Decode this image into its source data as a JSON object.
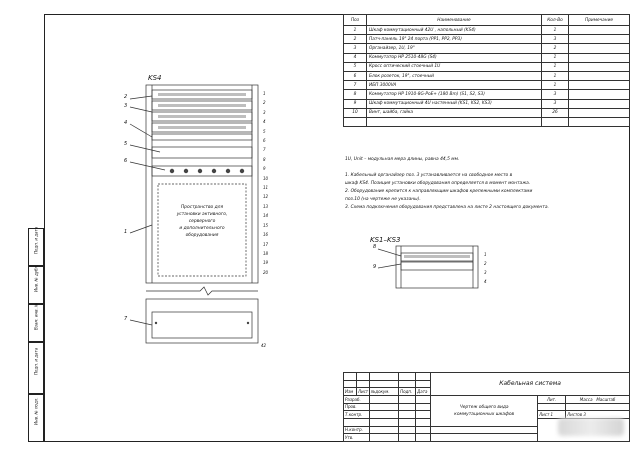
{
  "spec_headers": [
    "Поз",
    "Наименование",
    "Кол-Во",
    "Примечание"
  ],
  "spec_rows": [
    {
      "pos": "1",
      "name": "Шкаф коммутационный 42U , напольный (KS4)",
      "qty": "1",
      "note": ""
    },
    {
      "pos": "2",
      "name": "Патч-панель 19\" 24 порта (PP1, PP2, PP3)",
      "qty": "3",
      "note": ""
    },
    {
      "pos": "3",
      "name": "Органайзер, 1U, 19\"",
      "qty": "2",
      "note": ""
    },
    {
      "pos": "4",
      "name": "Коммутатор HP 2510-48G (S4)",
      "qty": "1",
      "note": ""
    },
    {
      "pos": "5",
      "name": "Кросс оптический стоечный 1U",
      "qty": "1",
      "note": ""
    },
    {
      "pos": "6",
      "name": "Блок розеток, 19\", стоечный",
      "qty": "1",
      "note": ""
    },
    {
      "pos": "7",
      "name": "ИБП 3000VA",
      "qty": "1",
      "note": ""
    },
    {
      "pos": "8",
      "name": "Коммутатор HP  1910-8G-PoE+ (180 Bm) (S1, S2, S3)",
      "qty": "3",
      "note": ""
    },
    {
      "pos": "9",
      "name": "Шкаф коммутационный 4U настенный (KS1, KS2, KS3)",
      "qty": "3",
      "note": ""
    },
    {
      "pos": "10",
      "name": "Винт, шайба, гайка",
      "qty": "26",
      "note": ""
    },
    {
      "pos": "",
      "name": "",
      "qty": "",
      "note": ""
    }
  ],
  "notes": {
    "unit": "1U, Unit – модульная мера длины, равна 44,5 мм.",
    "n1a": "1. Кабельный органайзер поз. 3 устанавливается на свободное место в",
    "n1b": "шкаф KS4. Позиция установки оборудования определяется в момент монтажа.",
    "n2a": "2. Оборудование крепится к направляющим шкафов крепежными комплектами",
    "n2b": "поз.10 (на чертеже не указаны).",
    "n3": "3. Схема подключения оборудования представлена на листе 2 настоящего документа."
  },
  "rack_main": {
    "title": "KS4",
    "space_text": [
      "Пространство для",
      "установки активного,",
      "серверного",
      "и дополнительного",
      "оборудования"
    ],
    "callouts": [
      "2",
      "3",
      "4",
      "5",
      "6",
      "1",
      "7"
    ],
    "unit_numbers": [
      "1",
      "2",
      "3",
      "4",
      "5",
      "6",
      "7",
      "8",
      "9",
      "10",
      "11",
      "12",
      "13",
      "14",
      "15",
      "16",
      "17",
      "18",
      "19",
      "20"
    ],
    "bottom_unit": "42"
  },
  "rack_small": {
    "title": "KS1–KS3",
    "callouts": [
      "8",
      "9"
    ],
    "unit_numbers": [
      "1",
      "2",
      "3",
      "4"
    ]
  },
  "side_stamp": [
    "Инв. № подл.",
    "Подп. и дата",
    "Взам. инв. №",
    "Инв. № дубл.",
    "Подп. и дата"
  ],
  "title_block": {
    "system": "Кабельная система",
    "header_cols": [
      "Изм",
      "Лист",
      "№докум.",
      "Подп.",
      "Дата"
    ],
    "roles": [
      "Разраб.",
      "Пров.",
      "Т.контр.",
      "",
      "Н.контр.",
      "Утв."
    ],
    "drawing_title_1": "Чертеж общего вида",
    "drawing_title_2": "коммутационных шкафов",
    "lit": "Лит.",
    "mass": "Масса",
    "scale": "Масштаб",
    "sheet": "Лист  1",
    "sheets": "Листов 3"
  }
}
